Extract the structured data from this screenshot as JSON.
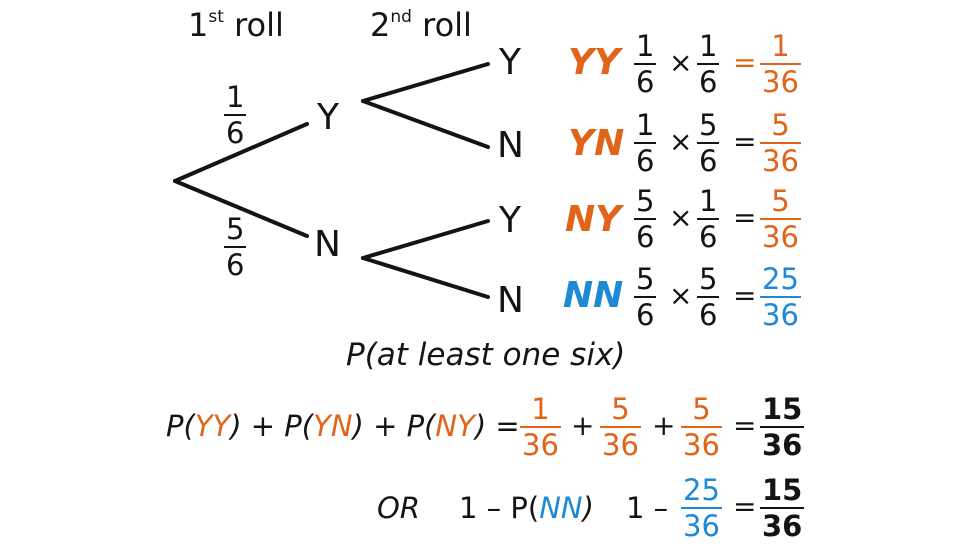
{
  "colors": {
    "text": "#141414",
    "orange": "#e0651a",
    "blue": "#1e8ad6"
  },
  "headers": {
    "first_num": "1",
    "first_sup": "st",
    "first_word": "roll",
    "second_num": "2",
    "second_sup": "nd",
    "second_word": "roll"
  },
  "tree": {
    "branch1": {
      "num": "1",
      "den": "6"
    },
    "branch2": {
      "num": "5",
      "den": "6"
    },
    "node_y": "Y",
    "node_n": "N",
    "leaves": [
      "Y",
      "N",
      "Y",
      "N"
    ]
  },
  "outcomes": [
    {
      "code": "YY",
      "f1": [
        "1",
        "6"
      ],
      "times": "×",
      "f2": [
        "1",
        "6"
      ],
      "eq": "=",
      "res": [
        "1",
        "36"
      ]
    },
    {
      "code": "YN",
      "f1": [
        "1",
        "6"
      ],
      "times": "×",
      "f2": [
        "5",
        "6"
      ],
      "eq": "=",
      "res": [
        "5",
        "36"
      ]
    },
    {
      "code": "NY",
      "f1": [
        "5",
        "6"
      ],
      "times": "×",
      "f2": [
        "1",
        "6"
      ],
      "eq": "=",
      "res": [
        "5",
        "36"
      ]
    },
    {
      "code": "NN",
      "f1": [
        "5",
        "6"
      ],
      "times": "×",
      "f2": [
        "5",
        "6"
      ],
      "eq": "=",
      "res": [
        "25",
        "36"
      ]
    }
  ],
  "calc": {
    "title": "P(at least one six)",
    "sum": {
      "p_open": "P(",
      "yy": "YY",
      "close_plus_p1": ") + P(",
      "yn": "YN",
      "close_plus_p2": ") + P(",
      "ny": "NY",
      "close_eq": ") =",
      "f1": [
        "1",
        "36"
      ],
      "plus1": "+",
      "f2": [
        "5",
        "36"
      ],
      "plus2": "+",
      "f3": [
        "5",
        "36"
      ],
      "eq": "=",
      "result": [
        "15",
        "36"
      ]
    },
    "alt": {
      "or": "OR",
      "one_minus_p": "1 – P(",
      "nn": "NN",
      "close": ")",
      "one_minus": "1 –",
      "f": [
        "25",
        "36"
      ],
      "eq": "=",
      "result": [
        "15",
        "36"
      ]
    }
  }
}
